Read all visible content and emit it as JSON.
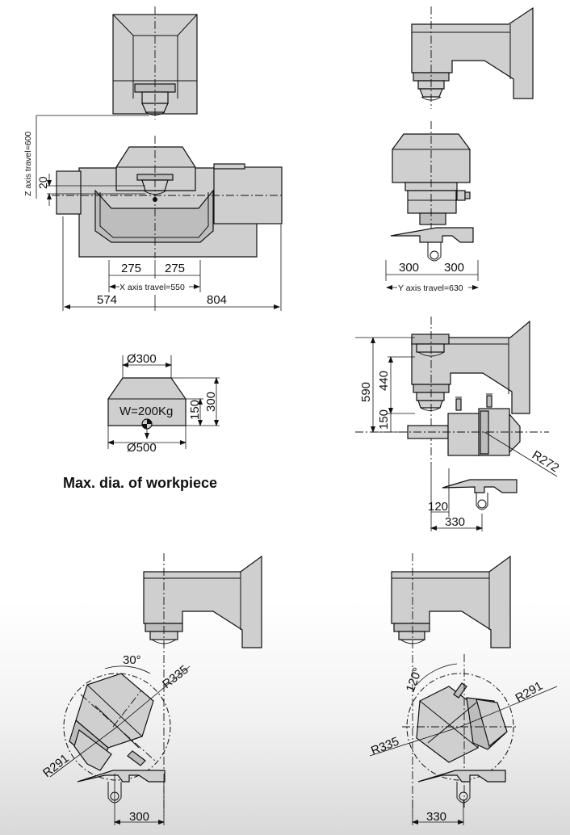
{
  "front_view": {
    "z_axis_travel": "Z axis travel=600",
    "dim_20": "20",
    "dim_275_left": "275",
    "dim_275_right": "275",
    "x_axis_travel": "X axis travel=550",
    "dim_574": "574",
    "dim_804": "804"
  },
  "side_view": {
    "dim_300_left": "300",
    "dim_300_right": "300",
    "y_axis_travel": "Y axis travel=630"
  },
  "workpiece": {
    "top_diameter": "Ø300",
    "bottom_diameter": "Ø500",
    "weight": "W=200Kg",
    "height_150": "150",
    "height_300": "300",
    "caption": "Max. dia. of workpiece"
  },
  "side_view_detail": {
    "dim_590": "590",
    "dim_440": "440",
    "dim_150": "150",
    "radius": "R272",
    "dim_120": "120",
    "dim_330": "330"
  },
  "tilt_30": {
    "angle": "30°",
    "radius_outer": "R335",
    "radius_inner": "R291",
    "dim_300": "300"
  },
  "tilt_120": {
    "angle": "120°",
    "radius_outer": "R335",
    "radius_inner": "R291",
    "dim_330": "330"
  }
}
